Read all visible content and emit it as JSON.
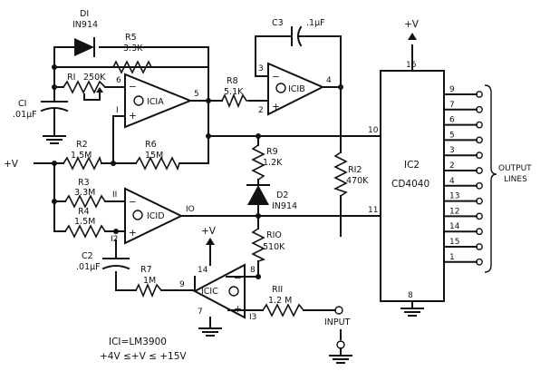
{
  "supply_labels": {
    "plus_v": "+V",
    "input": "INPUT",
    "output_lines": "OUTPUT LINES"
  },
  "notes": {
    "line1": "ICI=LM3900",
    "line2": "+4V ≤+V ≤ +15V"
  },
  "components": {
    "D1": {
      "ref": "DI",
      "value": "IN914"
    },
    "D2": {
      "ref": "D2",
      "value": "IN914"
    },
    "R1": {
      "ref": "RI",
      "value": "250K"
    },
    "R2": {
      "ref": "R2",
      "value": "1.5M"
    },
    "R3": {
      "ref": "R3",
      "value": "3.3M"
    },
    "R4": {
      "ref": "R4",
      "value": "1.5M"
    },
    "R5": {
      "ref": "R5",
      "value": "3.3K"
    },
    "R6": {
      "ref": "R6",
      "value": "15M"
    },
    "R7": {
      "ref": "R7",
      "value": "1M"
    },
    "R8": {
      "ref": "R8",
      "value": "5.1K"
    },
    "R9": {
      "ref": "R9",
      "value": "1.2K"
    },
    "R10": {
      "ref": "RIO",
      "value": "510K"
    },
    "R11": {
      "ref": "RII",
      "value": "1.2 M"
    },
    "R12": {
      "ref": "RI2",
      "value": "470K"
    },
    "C1": {
      "ref": "CI",
      "value": ".01µF"
    },
    "C2": {
      "ref": "C2",
      "value": ".01µF"
    },
    "C3": {
      "ref": "C3",
      "value": ".1µF"
    },
    "IC1A": {
      "ref": "ICIA"
    },
    "IC1B": {
      "ref": "ICIB"
    },
    "IC1C": {
      "ref": "ICIC"
    },
    "IC1D": {
      "ref": "ICID"
    },
    "IC2": {
      "ref": "IC2",
      "part": "CD4040"
    }
  },
  "pins": {
    "ic1a_in_minus": "6",
    "ic1a_in_plus": "I",
    "ic1a_out": "5",
    "ic1b_in_minus": "3",
    "ic1b_in_plus": "2",
    "ic1b_out": "4",
    "ic1d_in_minus": "II",
    "ic1d_in_plus": "I2",
    "ic1d_out": "IO",
    "ic1c_vplus": "14",
    "ic1c_gnd": "7",
    "ic1c_in_minus": "9",
    "ic1c_in_plus": "I3",
    "ic1c_out": "8",
    "ic2_vdd": "16",
    "ic2_gnd": "8",
    "ic2_clock_a": "10",
    "ic2_clock_b": "11",
    "ic2_outputs": [
      "9",
      "7",
      "6",
      "5",
      "3",
      "2",
      "4",
      "13",
      "12",
      "14",
      "15",
      "1"
    ]
  }
}
